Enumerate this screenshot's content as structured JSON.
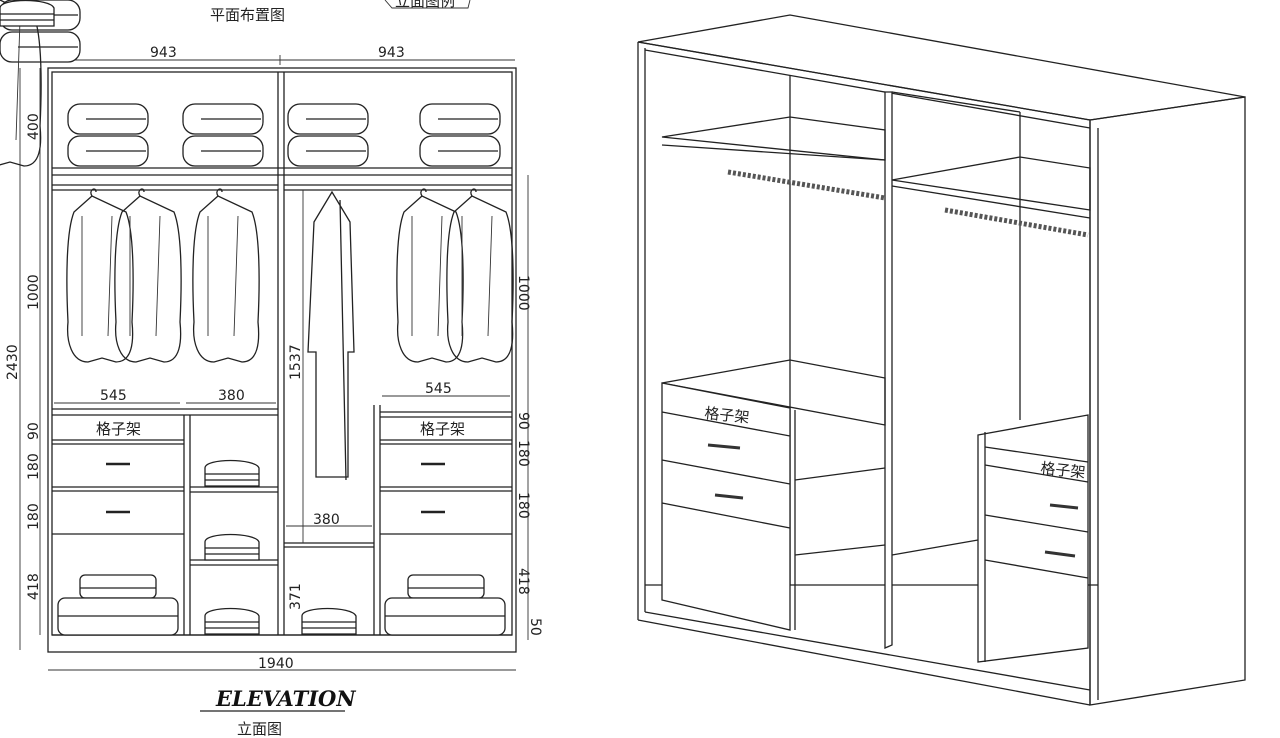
{
  "header": {
    "plan_title": "平面布置图",
    "cut_label": "立面图例"
  },
  "elevation": {
    "title_en": "ELEVATION",
    "title_cn": "立面图",
    "top_widths": [
      "943",
      "943"
    ],
    "total_width": "1940",
    "total_height": "2430",
    "left_dims": [
      "400",
      "1000",
      "90",
      "180",
      "180",
      "418"
    ],
    "right_dims": [
      "1000",
      "90",
      "180",
      "180",
      "418",
      "50"
    ],
    "inner_dims": {
      "left_drawer_width": "545",
      "left_shelf_width": "380",
      "right_drawer_width": "545",
      "center_width": "380",
      "center_height": "1537",
      "center_lower": "371"
    },
    "drawer_label": "格子架"
  },
  "perspective": {
    "drawer_label": "格子架"
  }
}
